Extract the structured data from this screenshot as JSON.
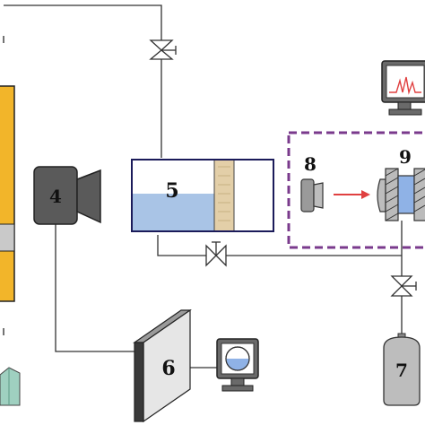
{
  "components": {
    "camera": {
      "label": "4"
    },
    "tank": {
      "label": "5"
    },
    "controller": {
      "label": "6"
    },
    "cylinder": {
      "label": "7"
    },
    "light_source": {
      "label": "8"
    },
    "sample_cell": {
      "label": "9"
    }
  },
  "colors": {
    "frame_orange": "#f2b52a",
    "water_blue": "#a9c4e6",
    "cell_blue": "#8fb2e6",
    "dashed_box": "#7a3a8c",
    "beam_red": "#e04040",
    "device_grey": "#5a5a5a",
    "device_dark": "#333333",
    "teal_block": "#9fd0c0"
  },
  "icons": [
    "valve-icon",
    "monitor-icon",
    "camera-icon",
    "arrow-icon"
  ]
}
